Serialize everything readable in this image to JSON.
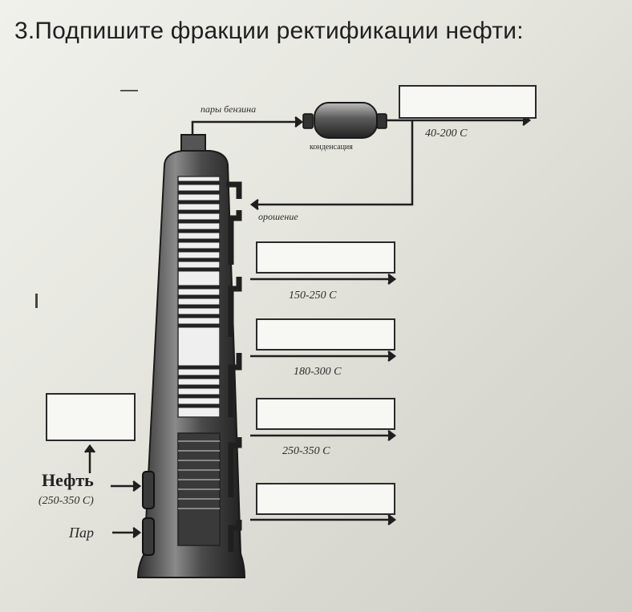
{
  "title": "3.Подпишите фракции ректификации нефти:",
  "labels": {
    "vapors": "пары бензина",
    "condensation": "конденсация",
    "reflux": "орошение",
    "temp_top": "40-200 С",
    "temp_1": "150-250 С",
    "temp_2": "180-300 С",
    "temp_3": "250-350 С",
    "oil": "Нефть",
    "oil_temp": "(250-350 С)",
    "steam": "Пар"
  },
  "answer_boxes": [
    "",
    "",
    "",
    "",
    "",
    ""
  ]
}
